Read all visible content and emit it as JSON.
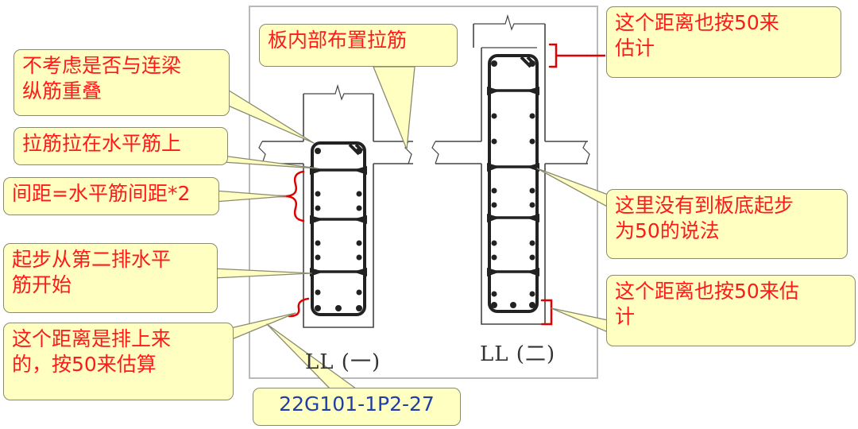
{
  "figure": {
    "labels": {
      "left_beam": "LL (一)",
      "right_beam": "LL (二)"
    }
  },
  "callouts": {
    "no_overlap": "不考虑是否与连梁\n纵筋重叠",
    "tie_on_horizontal": "拉筋拉在水平筋上",
    "spacing": "间距=水平筋间距*2",
    "start_second_row": "起步从第二排水平\n筋开始",
    "bottom_distance": "这个距离是排上来\n的，按50来估算",
    "slab_tie": "板内部布置拉筋",
    "top_right_distance": "这个距离也按50来\n估计",
    "no_50_from_slab": "这里没有到板底起步\n为50的说法",
    "bottom_right_distance": "这个距离也按50来估\n计",
    "reference": "22G101-1P2-27"
  },
  "colors": {
    "callout_fill": "#ffffc2",
    "callout_text": "#ff1a1a",
    "reference_text": "#1f3fa8",
    "bracket": "#e00000",
    "rebar": "#333333"
  }
}
